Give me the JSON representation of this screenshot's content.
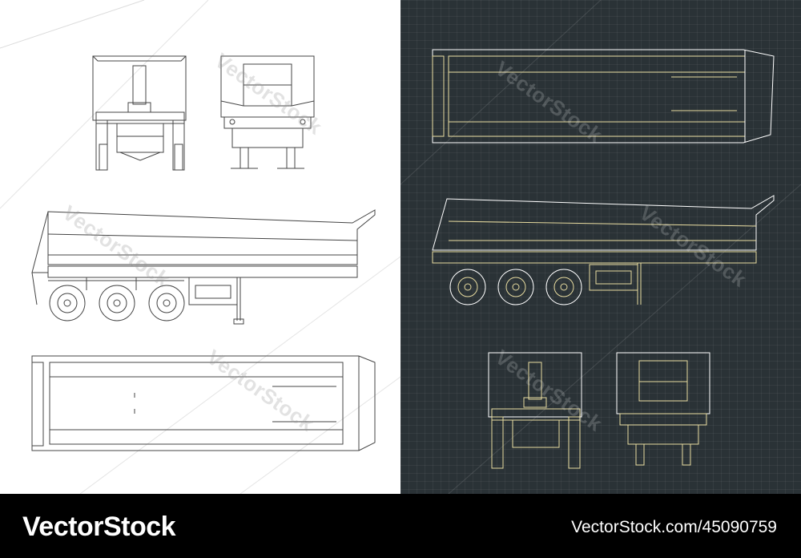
{
  "colors": {
    "light_bg": "#ffffff",
    "dark_bg": "#2a3236",
    "line_light": "#444444",
    "line_dark_a": "#ffffff",
    "line_dark_b": "#e8dca0",
    "footer_bg": "#000000"
  },
  "watermark_text": "VectorStock",
  "footer": {
    "brand": "VectorStock",
    "credit": "VectorStock.com/45090759"
  }
}
